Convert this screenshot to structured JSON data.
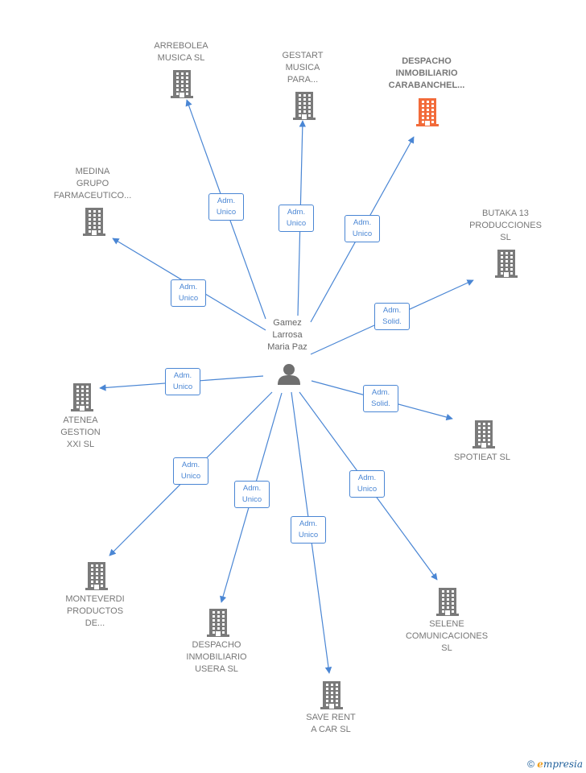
{
  "center": {
    "name": "Gamez\nLarrosa\nMaria Paz"
  },
  "colors": {
    "edge": "#4a86d4",
    "building": "#7a7a7a",
    "highlight": "#f26b3a",
    "label": "#777777"
  },
  "nodes": [
    {
      "id": "arrebolea",
      "label": "ARREBOLEA\nMUSICA  SL",
      "role": "Adm.\nUnico",
      "highlight": false
    },
    {
      "id": "gestart",
      "label": "GESTART\nMUSICA\nPARA...",
      "role": "Adm.\nUnico",
      "highlight": false
    },
    {
      "id": "despacho-carabanchel",
      "label": "DESPACHO\nINMOBILIARIO\nCARABANCHEL...",
      "role": "Adm.\nUnico",
      "highlight": true
    },
    {
      "id": "medina",
      "label": "MEDINA\nGRUPO\nFARMACEUTICO...",
      "role": "Adm.\nUnico",
      "highlight": false
    },
    {
      "id": "butaka",
      "label": "BUTAKA 13\nPRODUCCIONES\nSL",
      "role": "Adm.\nSolid.",
      "highlight": false
    },
    {
      "id": "atenea",
      "label": "ATENEA\nGESTION\nXXI  SL",
      "role": "Adm.\nUnico",
      "highlight": false
    },
    {
      "id": "spotieat",
      "label": "SPOTIEAT  SL",
      "role": "Adm.\nSolid.",
      "highlight": false
    },
    {
      "id": "monteverdi",
      "label": "MONTEVERDI\nPRODUCTOS\nDE...",
      "role": "Adm.\nUnico",
      "highlight": false
    },
    {
      "id": "despacho-usera",
      "label": "DESPACHO\nINMOBILIARIO\nUSERA  SL",
      "role": "Adm.\nUnico",
      "highlight": false
    },
    {
      "id": "save-rent",
      "label": "SAVE RENT\nA CAR  SL",
      "role": "Adm.\nUnico",
      "highlight": false
    },
    {
      "id": "selene",
      "label": "SELENE\nCOMUNICACIONES\nSL",
      "role": "Adm.\nUnico",
      "highlight": false
    }
  ],
  "footer": {
    "copyright": "©",
    "brand_e": "e",
    "brand_rest": "mpresia"
  }
}
